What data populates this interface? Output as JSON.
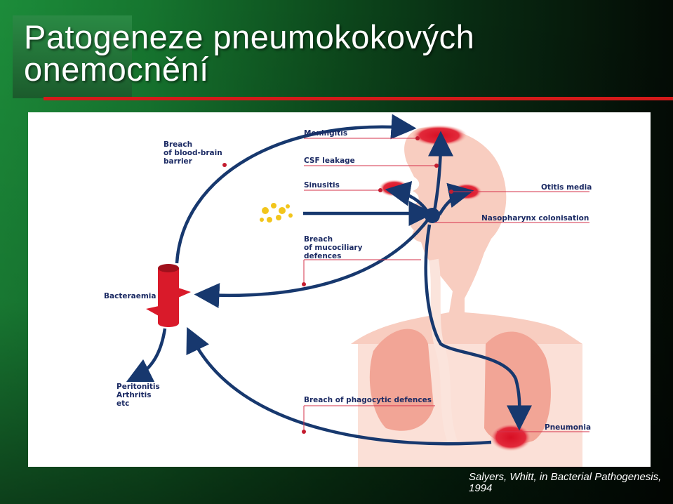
{
  "slide": {
    "title_line1": "Patogeneze pneumokokových",
    "title_line2": "onemocnění",
    "caption_line1": "Salyers, Whitt, in Bacterial Pathogenesis,",
    "caption_line2": "1994"
  },
  "diagram": {
    "labels": {
      "breach_bbb_1": "Breach",
      "breach_bbb_2": "of blood-brain",
      "breach_bbb_3": "barrier",
      "meningitis": "Meningitis",
      "csf": "CSF leakage",
      "sinusitis": "Sinusitis",
      "otitis": "Otitis media",
      "nasopharynx": "Nasopharynx colonisation",
      "breach_muco_1": "Breach",
      "breach_muco_2": "of mucociliary",
      "breach_muco_3": "defences",
      "bacteraemia": "Bacteraemia",
      "peritonitis_1": "Peritonitis",
      "peritonitis_2": "Arthritis",
      "peritonitis_3": "etc",
      "phagocytic": "Breach of phagocytic defences",
      "pneumonia": "Pneumonia"
    },
    "colors": {
      "arrow": "#17386e",
      "infection": "#e01b2c",
      "body": "#f7c3b4",
      "label": "#1b2a63",
      "bacteria": "#f2c51b"
    }
  }
}
